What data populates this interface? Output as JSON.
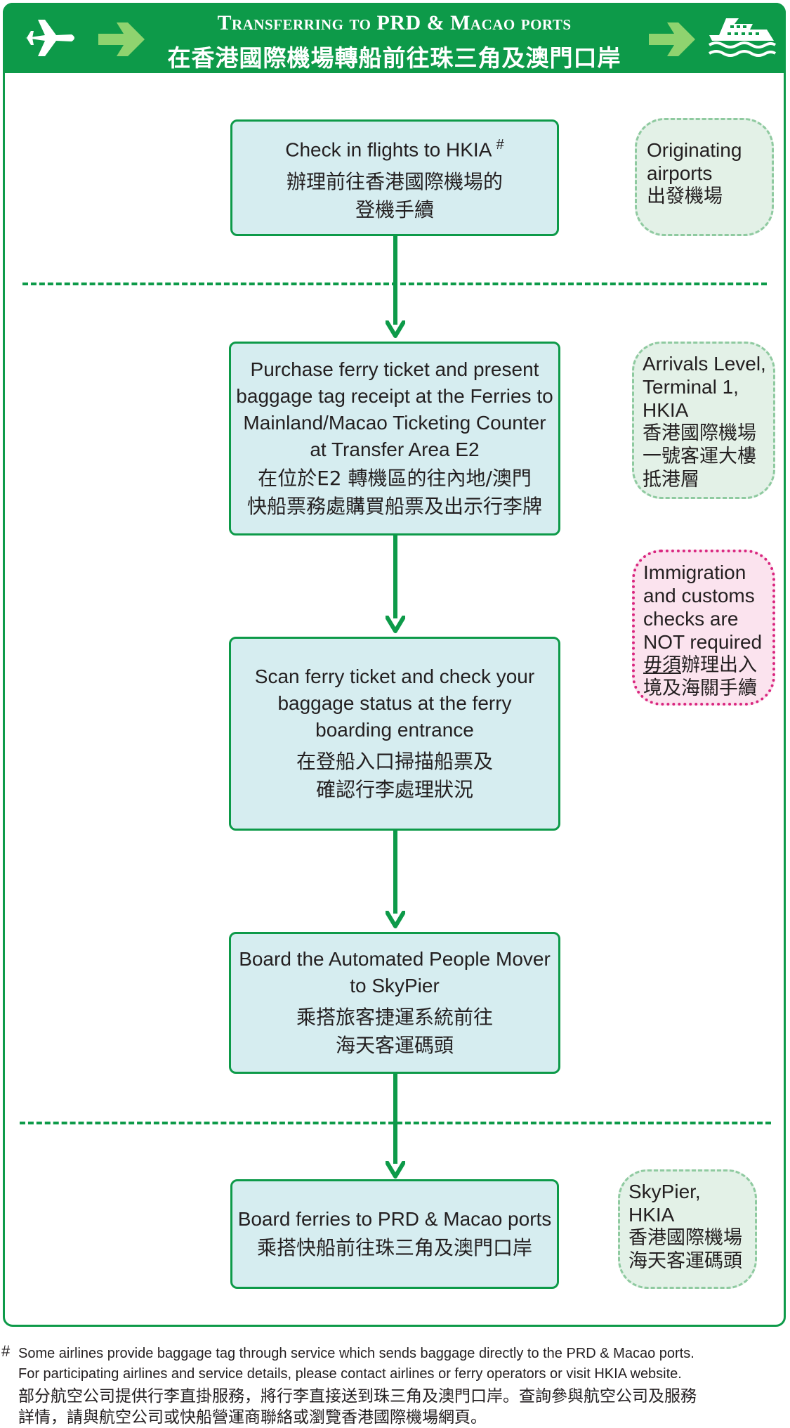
{
  "header": {
    "title_en": "Transferring to PRD & Macao ports",
    "title_zh": "在香港國際機場轉船前往珠三角及澳門口岸",
    "icons": [
      "airplane-icon",
      "chevron-right-arrow-icon",
      "chevron-right-arrow-icon",
      "ferry-icon"
    ]
  },
  "colors": {
    "brand_green": "#0d9a49",
    "box_fill": "#d6edf0",
    "cloud_fill": "#e3f1e7",
    "alert_pink": "#d9267f"
  },
  "steps": [
    {
      "en": "Check in flights to HKIA",
      "marker": "#",
      "zh": "辦理前往香港國際機場的\n登機手續"
    },
    {
      "en": "Purchase ferry ticket and present\nbaggage tag receipt at the Ferries to\nMainland/Macao Ticketing Counter\nat Transfer Area E2",
      "zh": "在位於E2 轉機區的往內地/澳門\n快船票務處購買船票及出示行李牌"
    },
    {
      "en": "Scan ferry ticket and check your\nbaggage status at the ferry\nboarding entrance",
      "zh": "在登船入口掃描船票及\n確認行李處理狀況"
    },
    {
      "en": "Board the Automated People Mover\nto SkyPier",
      "zh": "乘搭旅客捷運系統前往\n海天客運碼頭"
    },
    {
      "en": "Board ferries to PRD & Macao ports",
      "zh": "乘搭快船前往珠三角及澳門口岸"
    }
  ],
  "locations": [
    {
      "en": "Originating\nairports",
      "zh": "出發機場"
    },
    {
      "en": "Arrivals Level,\nTerminal 1,\nHKIA",
      "zh": "香港國際機場\n一號客運大樓\n抵港層"
    },
    {
      "en": "Immigration\nand customs\nchecks are\nNOT required",
      "zh_underlined": "毋須",
      "zh_rest": "辦理出入\n境及海關手續"
    },
    {
      "en": "SkyPier,\nHKIA",
      "zh": "香港國際機場\n海天客運碼頭"
    }
  ],
  "footnote": {
    "marker": "#",
    "en": "Some airlines provide baggage tag through service which sends baggage directly to the PRD & Macao ports.\nFor participating airlines and service details,  please contact airlines or ferry operators or visit HKIA website.",
    "zh": "部分航空公司提供行李直掛服務，將行李直接送到珠三角及澳門口岸。查詢參與航空公司及服務\n詳情，請與航空公司或快船營運商聯絡或瀏覽香港國際機場網頁。"
  }
}
